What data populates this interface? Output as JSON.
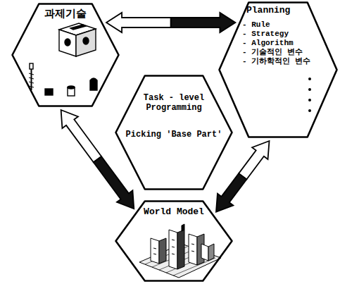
{
  "diagram": {
    "nodes": [
      {
        "text": [
          "과제기술"
        ]
      },
      {
        "text": [
          "Planning",
          "- Rule",
          "- Strategy",
          "- Algorithm",
          "- 기술적인 변수",
          "- 기하학적인 변수"
        ]
      },
      {
        "text": [
          "Task - level Programming",
          "Picking 'Base Part'"
        ]
      },
      {
        "text": [
          "World Model"
        ]
      }
    ],
    "edges": [
      {
        "from": 0,
        "to": 1,
        "arrow": "both"
      },
      {
        "from": 0,
        "to": 3,
        "arrow": "both"
      },
      {
        "from": 1,
        "to": 3,
        "arrow": "both"
      }
    ]
  }
}
